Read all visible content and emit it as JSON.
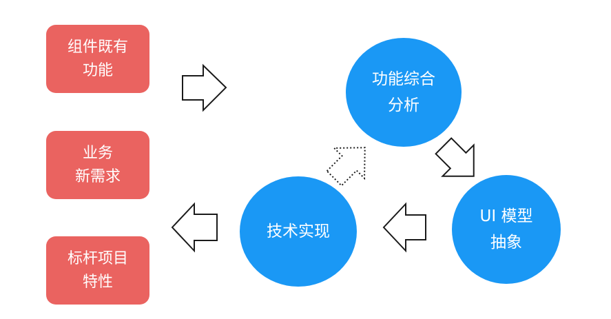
{
  "sources": {
    "existing": {
      "line1": "组件既有",
      "line2": "功能"
    },
    "business": {
      "line1": "业务",
      "line2": "新需求"
    },
    "benchmark": {
      "line1": "标杆项目",
      "line2": "特性"
    }
  },
  "cycle": {
    "analysis": {
      "line1": "功能综合",
      "line2": "分析"
    },
    "abstraction": {
      "line1": "UI 模型",
      "line2": "抽象"
    },
    "implementation": {
      "line1": "技术实现"
    }
  },
  "colors": {
    "box": "#ea6360",
    "circle": "#1a98f5",
    "arrow_stroke": "#1a1a1a",
    "background": "#ffffff"
  },
  "icons": [
    "block-arrow-right-icon",
    "block-arrow-down-right-icon",
    "block-arrow-left-icon",
    "dotted-block-arrow-up-right-icon"
  ]
}
